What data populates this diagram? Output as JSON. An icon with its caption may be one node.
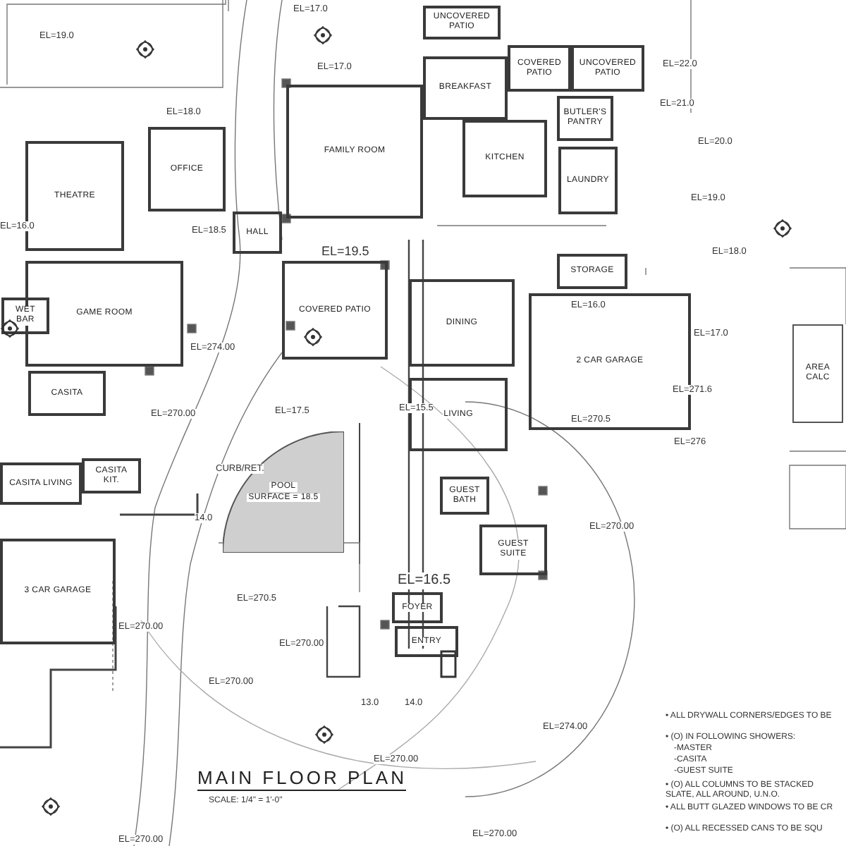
{
  "diagram": {
    "title": "MAIN FLOOR PLAN",
    "nodes": [
      {
        "text": [
          "THEATRE"
        ]
      },
      {
        "text": [
          "OFFICE"
        ]
      },
      {
        "text": [
          "FAMILY ROOM"
        ]
      },
      {
        "text": [
          "BREAKFAST"
        ]
      },
      {
        "text": [
          "COVERED PATIO"
        ]
      },
      {
        "text": [
          "UNCOVERED PATIO"
        ]
      },
      {
        "text": [
          "KITCHEN"
        ]
      },
      {
        "text": [
          "BUTLER'S PANTRY"
        ]
      },
      {
        "text": [
          "LAUNDRY"
        ]
      },
      {
        "text": [
          "STORAGE"
        ]
      },
      {
        "text": [
          "HALL"
        ]
      },
      {
        "text": [
          "GAME ROOM"
        ]
      },
      {
        "text": [
          "WET BAR"
        ]
      },
      {
        "text": [
          "COVERED PATIO"
        ]
      },
      {
        "text": [
          "DINING"
        ]
      },
      {
        "text": [
          "2 CAR GARAGE"
        ]
      },
      {
        "text": [
          "CASITA"
        ]
      },
      {
        "text": [
          "CASITA LIVING"
        ]
      },
      {
        "text": [
          "CASITA KIT."
        ]
      },
      {
        "text": [
          "3 CAR GARAGE"
        ]
      },
      {
        "text": [
          "POOL",
          "SURFACE = 18.5"
        ]
      },
      {
        "text": [
          "LIVING"
        ]
      },
      {
        "text": [
          "GUEST BATH"
        ]
      },
      {
        "text": [
          "GUEST SUITE"
        ]
      },
      {
        "text": [
          "FOYER"
        ]
      },
      {
        "text": [
          "ENTRY"
        ]
      },
      {
        "text": [
          "AREA CALC"
        ]
      },
      {
        "text": [
          "UNCOVERED PATIO"
        ]
      }
    ],
    "labels": [
      "EL=19.0",
      "EL=18.0",
      "EL=17.0",
      "EL=17.0",
      "EL=18.5",
      "EL=19.5",
      "EL=16.0",
      "EL=274.00",
      "EL=270.00",
      "EL=17.5",
      "EL=15.5",
      "EL=22.0",
      "EL=21.0",
      "EL=20.0",
      "EL=19.0",
      "EL=18.0",
      "EL=17.0",
      "EL=271.6",
      "EL=16.0",
      "EL=270.5",
      "EL=276",
      "EL=270.00",
      "EL=274.00",
      "EL=270.00",
      "EL=270.5",
      "EL=270.00",
      "EL=270.00",
      "EL=270.00",
      "EL=270.00",
      "EL=270.00",
      "EL=16.5",
      "14.0",
      "13.0",
      "14.0",
      "CURB/RET.",
      "SCALE: 1/4\" = 1'-0\"",
      "• ALL DRYWALL CORNERS/EDGES TO BE",
      "• (O) IN FOLLOWING SHOWERS:",
      "-MASTER",
      "-CASITA",
      "-GUEST SUITE",
      "• (O) ALL COLUMNS TO BE STACKED SLATE, ALL AROUND, U.N.O.",
      "• ALL BUTT GLAZED WINDOWS TO BE CR",
      "• (O) ALL RECESSED CANS TO BE SQU"
    ]
  }
}
